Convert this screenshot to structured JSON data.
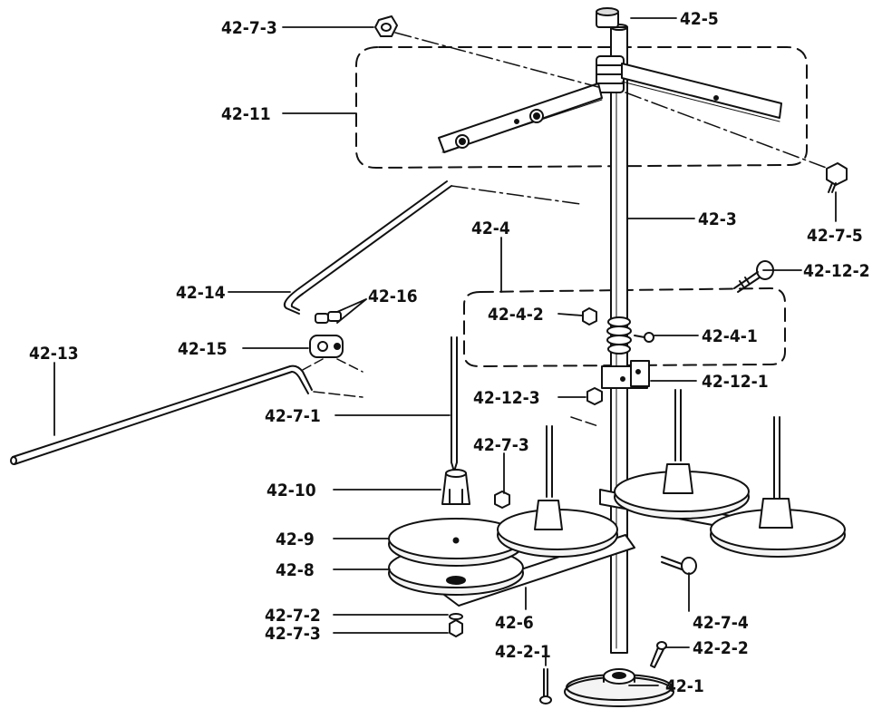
{
  "colors": {
    "ink": "#111111",
    "paper": "#ffffff",
    "disc": "#f4f4f4"
  },
  "labels": {
    "p42_7_3_top": "42-7-3",
    "p42_5": "42-5",
    "p42_11": "42-11",
    "p42_7_5": "42-7-5",
    "p42_3": "42-3",
    "p42_4": "42-4",
    "p42_12_2": "42-12-2",
    "p42_14": "42-14",
    "p42_16": "42-16",
    "p42_4_2": "42-4-2",
    "p42_4_1": "42-4-1",
    "p42_13": "42-13",
    "p42_15": "42-15",
    "p42_12_1": "42-12-1",
    "p42_12_3": "42-12-3",
    "p42_7_1": "42-7-1",
    "p42_7_3_mid": "42-7-3",
    "p42_10": "42-10",
    "p42_9": "42-9",
    "p42_8": "42-8",
    "p42_7_2": "42-7-2",
    "p42_7_3_bottom": "42-7-3",
    "p42_6": "42-6",
    "p42_7_4": "42-7-4",
    "p42_2_1": "42-2-1",
    "p42_2_2": "42-2-2",
    "p42_1": "42-1"
  }
}
